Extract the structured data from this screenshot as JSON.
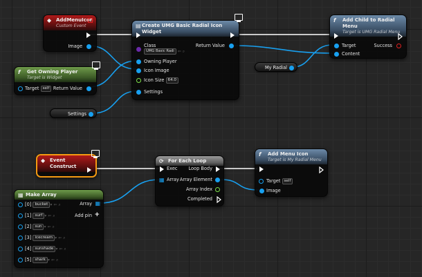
{
  "graph": {
    "add_menu_icon_event": {
      "title": "AddMenuIcon",
      "subtitle": "Custom Event",
      "pin_image": "Image"
    },
    "create_widget": {
      "title": "Create UMG Basic Radial Icon Widget",
      "pin_class": "Class",
      "class_value": "UMG Basic Radi",
      "pin_return": "Return Value",
      "pin_owning_player": "Owning Player",
      "pin_icon_image": "Icon Image",
      "pin_icon_size": "Icon Size",
      "icon_size_value": "64.0",
      "pin_settings": "Settings"
    },
    "add_child": {
      "title": "Add Child to Radial Menu",
      "subtitle": "Target is UMG Radial Menu",
      "pin_target": "Target",
      "pin_success": "Success",
      "pin_content": "Content"
    },
    "get_owning_player": {
      "title": "Get Owning Player",
      "subtitle": "Target is Widget",
      "pin_target": "Target",
      "target_value": "self",
      "pin_return": "Return Value"
    },
    "my_radial_var": {
      "label": "My Radial"
    },
    "settings_var": {
      "label": "Settings"
    },
    "event_construct": {
      "title": "Event Construct"
    },
    "for_each": {
      "title": "For Each Loop",
      "pin_exec": "Exec",
      "pin_loop_body": "Loop Body",
      "pin_array": "Array",
      "pin_array_element": "Array Element",
      "pin_array_index": "Array Index",
      "pin_completed": "Completed"
    },
    "add_menu_icon_call": {
      "title": "Add Menu Icon",
      "subtitle": "Target is My Radial Menu",
      "pin_target": "Target",
      "target_value": "self",
      "pin_image": "Image"
    },
    "make_array": {
      "title": "Make Array",
      "pin_array": "Array",
      "add_pin": "Add pin",
      "items": [
        {
          "index": "[0]",
          "value": "bucket"
        },
        {
          "index": "[1]",
          "value": "surf"
        },
        {
          "index": "[2]",
          "value": "sun"
        },
        {
          "index": "[3]",
          "value": "icecream"
        },
        {
          "index": "[4]",
          "value": "sunshade"
        },
        {
          "index": "[5]",
          "value": "shark"
        }
      ]
    }
  },
  "colors": {
    "exec": "#ffffff",
    "object_pin": "#18a0f0",
    "float_pin": "#7ee34a",
    "class_pin": "#6a2aa8",
    "bool_pin": "#e02020",
    "selection": "#f59a12"
  },
  "icons": {
    "function": "function-icon",
    "event": "event-diamond-icon",
    "loop": "loop-icon",
    "array": "array-grid-icon",
    "widget_monitor": "monitor-icon"
  }
}
